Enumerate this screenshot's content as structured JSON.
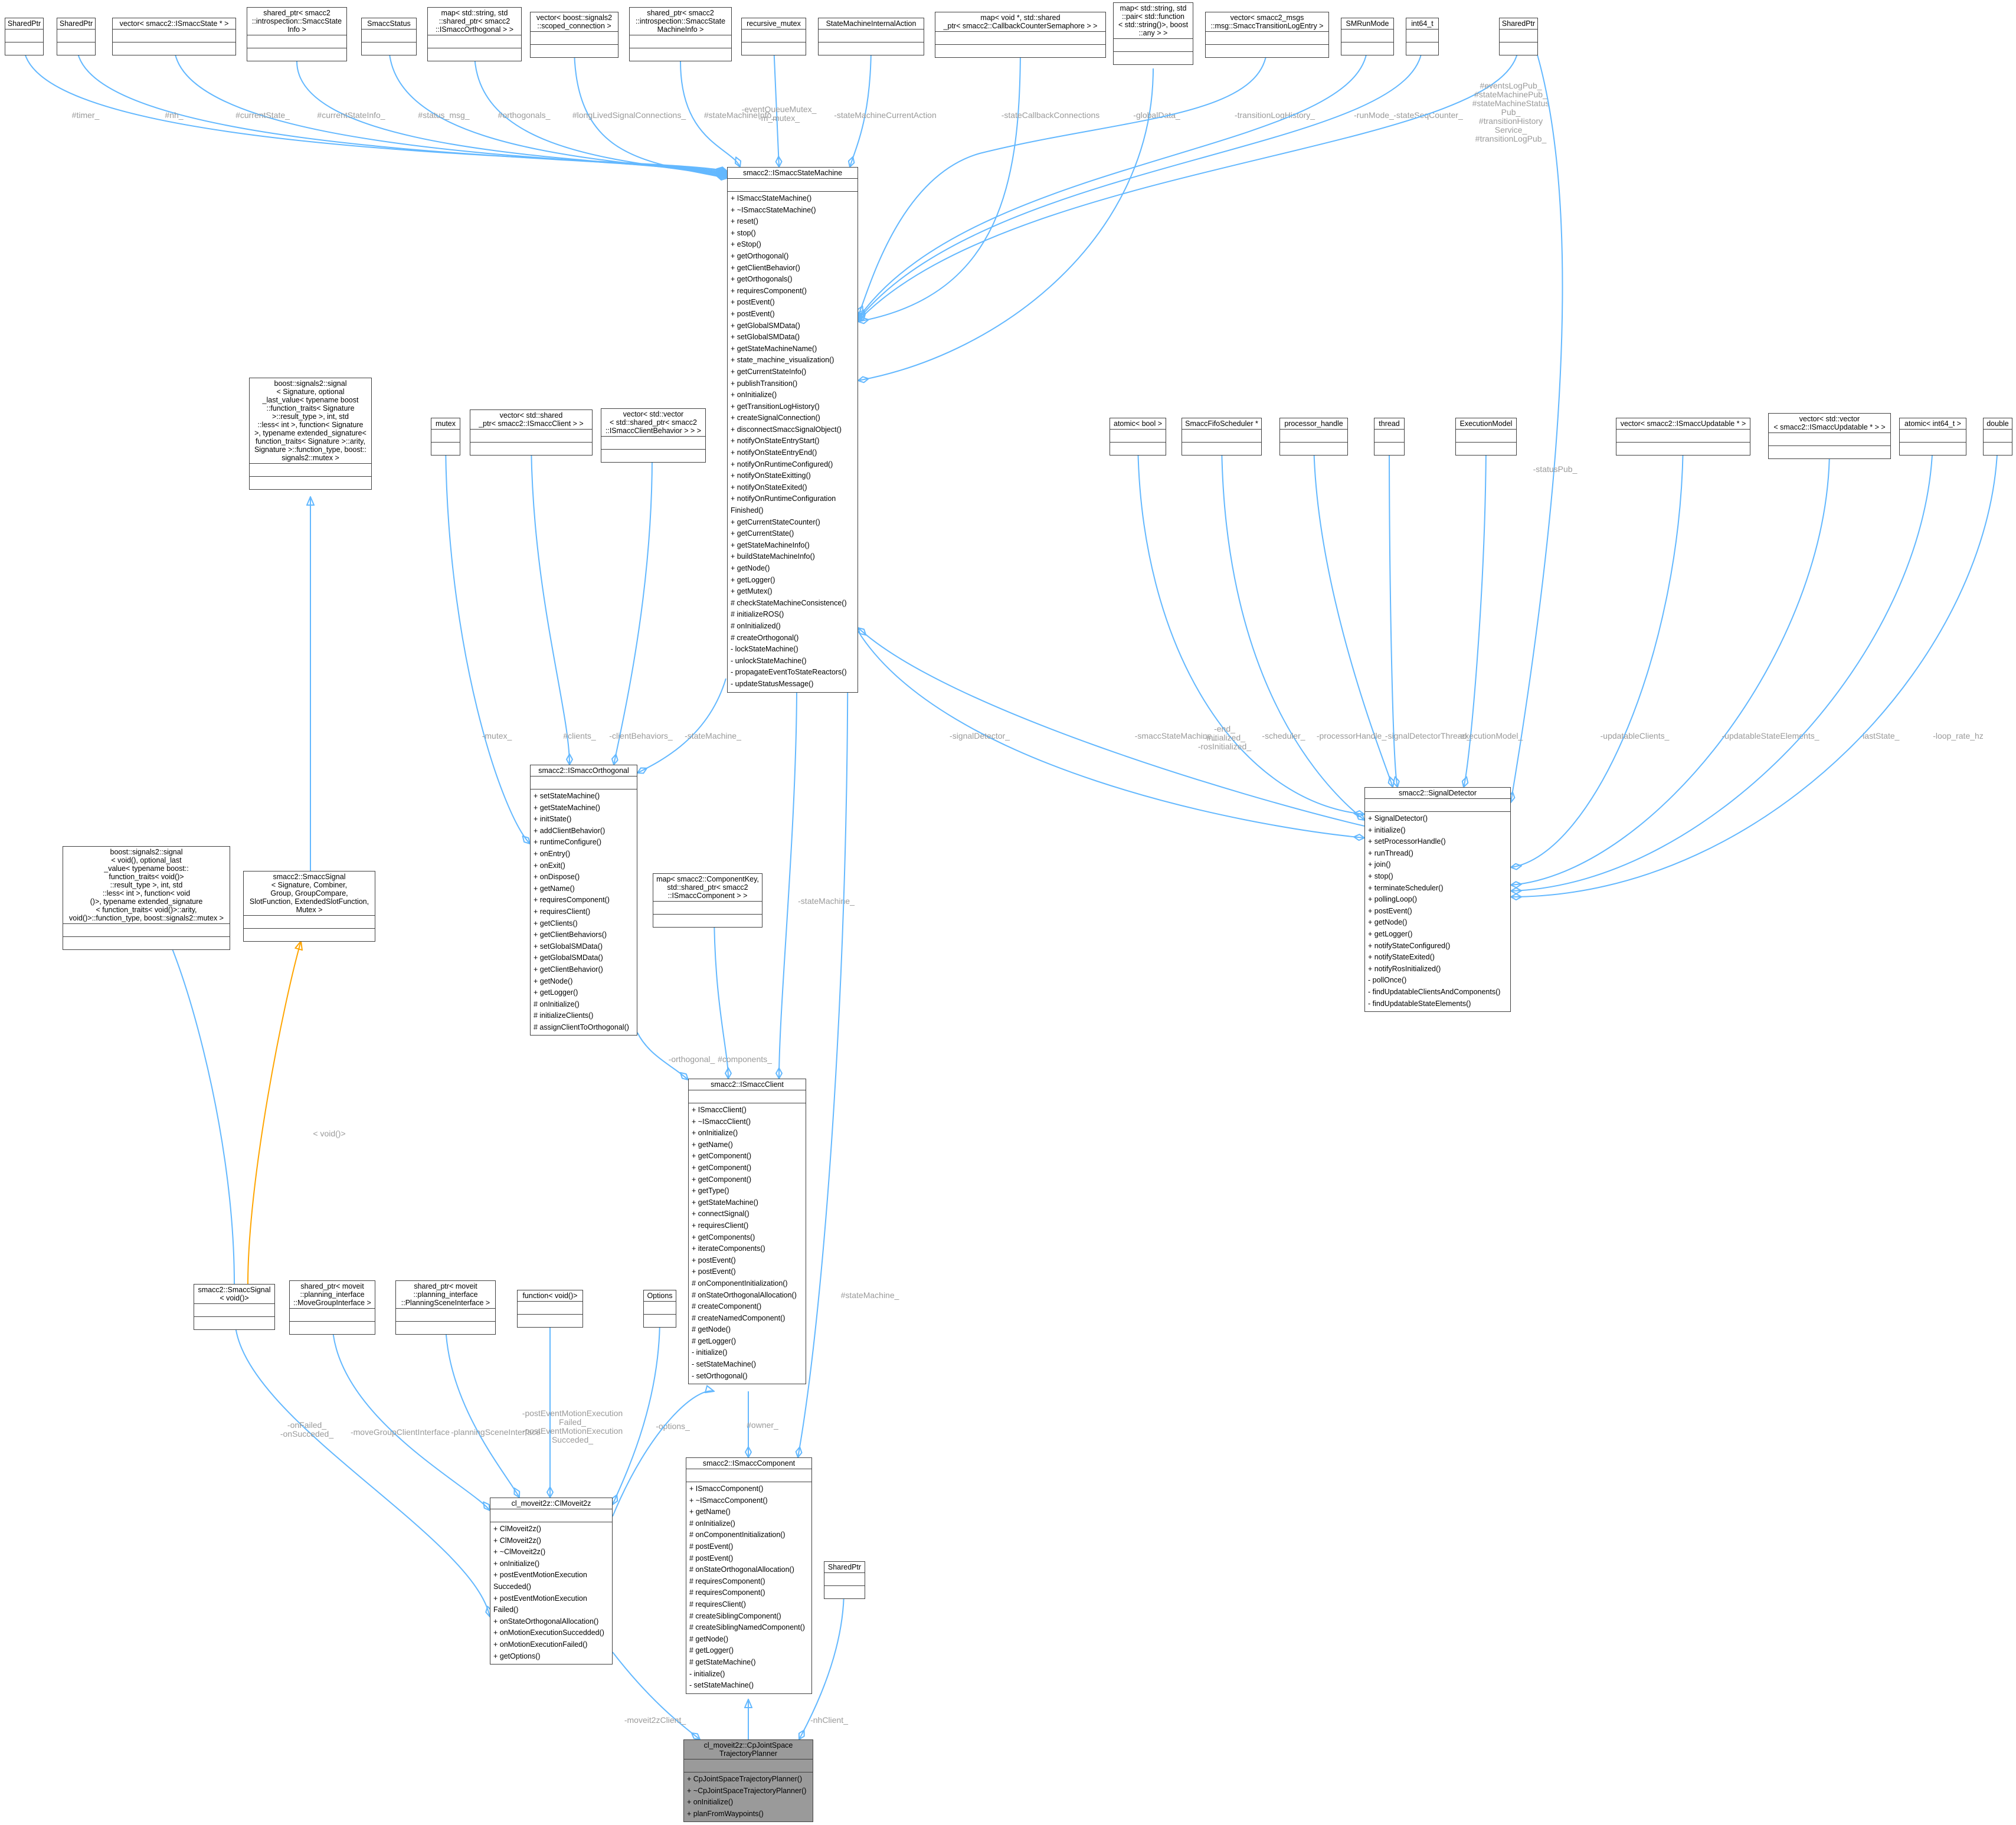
{
  "colors": {
    "aggregation": "#63b8ff",
    "template": "#ffa500",
    "node_border": "#404040",
    "focus_fill": "#9a9a9a",
    "label": "#9a9a9a"
  },
  "nodes": [
    {
      "id": "n_sp1",
      "name": "SharedPtr",
      "members": []
    },
    {
      "id": "n_sp2",
      "name": "SharedPtr",
      "members": []
    },
    {
      "id": "n_vecstate",
      "name": "vector< smacc2::ISmaccState * >",
      "members": []
    },
    {
      "id": "n_spinfo",
      "name": "shared_ptr< smacc2\n::introspection::SmaccState\nInfo >",
      "members": []
    },
    {
      "id": "n_status",
      "name": "SmaccStatus",
      "members": []
    },
    {
      "id": "n_maporth",
      "name": "map< std::string, std\n::shared_ptr< smacc2\n::ISmaccOrthogonal > >",
      "members": []
    },
    {
      "id": "n_vecconn",
      "name": "vector< boost::signals2\n::scoped_connection >",
      "members": []
    },
    {
      "id": "n_spsminfo",
      "name": "shared_ptr< smacc2\n::introspection::SmaccState\nMachineInfo >",
      "members": []
    },
    {
      "id": "n_rmutex",
      "name": "recursive_mutex",
      "members": []
    },
    {
      "id": "n_smia",
      "name": "StateMachineInternalAction",
      "members": []
    },
    {
      "id": "n_mapsem",
      "name": "map< void *, std::shared\n_ptr< smacc2::CallbackCounterSemaphore > >",
      "members": []
    },
    {
      "id": "n_mapglobal",
      "name": "map< std::string, std\n::pair< std::function\n< std::string()>, boost\n::any > >",
      "members": []
    },
    {
      "id": "n_vectrans",
      "name": "vector< smacc2_msgs\n::msg::SmaccTransitionLogEntry >",
      "members": []
    },
    {
      "id": "n_runmode",
      "name": "SMRunMode",
      "members": []
    },
    {
      "id": "n_int64",
      "name": "int64_t",
      "members": []
    },
    {
      "id": "n_sp3",
      "name": "SharedPtr",
      "members": []
    },
    {
      "id": "n_sm",
      "name": "smacc2::ISmaccStateMachine",
      "members": [
        "+ ISmaccStateMachine()",
        "+ ~ISmaccStateMachine()",
        "+ reset()",
        "+ stop()",
        "+ eStop()",
        "+ getOrthogonal()",
        "+ getClientBehavior()",
        "+ getOrthogonals()",
        "+ requiresComponent()",
        "+ postEvent()",
        "+ postEvent()",
        "+ getGlobalSMData()",
        "+ setGlobalSMData()",
        "+ getStateMachineName()",
        "+ state_machine_visualization()",
        "+ getCurrentStateInfo()",
        "+ publishTransition()",
        "+ onInitialize()",
        "+ getTransitionLogHistory()",
        "+ createSignalConnection()",
        "+ disconnectSmaccSignalObject()",
        "+ notifyOnStateEntryStart()",
        "+ notifyOnStateEntryEnd()",
        "+ notifyOnRuntimeConfigured()",
        "+ notifyOnStateExitting()",
        "+ notifyOnStateExited()",
        "+ notifyOnRuntimeConfiguration\n  Finished()",
        "+ getCurrentStateCounter()",
        "+ getCurrentState()",
        "+ getStateMachineInfo()",
        "+ buildStateMachineInfo()",
        "+ getNode()",
        "+ getLogger()",
        "+ getMutex()",
        "# checkStateMachineConsistence()",
        "# initializeROS()",
        "# onInitialized()",
        "# createOrthogonal()",
        "- lockStateMachine()",
        "- unlockStateMachine()",
        "- propagateEventToStateReactors()",
        "- updateStatusMessage()"
      ]
    },
    {
      "id": "n_boostsig1",
      "name": "boost::signals2::signal\n< Signature, optional\n_last_value< typename boost\n::function_traits< Signature\n>::result_type >, int, std\n::less< int >, function< Signature\n>, typename extended_signature<\nfunction_traits< Signature >::arity,\nSignature >::function_type, boost::\nsignals2::mutex >",
      "members": []
    },
    {
      "id": "n_mutex",
      "name": "mutex",
      "members": []
    },
    {
      "id": "n_vecclient",
      "name": "vector< std::shared\n_ptr< smacc2::ISmaccClient > >",
      "members": []
    },
    {
      "id": "n_veccb",
      "name": "vector< std::vector\n< std::shared_ptr< smacc2\n::ISmaccClientBehavior > > >",
      "members": []
    },
    {
      "id": "n_atomicbool",
      "name": "atomic< bool >",
      "members": []
    },
    {
      "id": "n_fifo",
      "name": "SmaccFifoScheduler *",
      "members": []
    },
    {
      "id": "n_proch",
      "name": "processor_handle",
      "members": []
    },
    {
      "id": "n_thread",
      "name": "thread",
      "members": []
    },
    {
      "id": "n_execmodel",
      "name": "ExecutionModel",
      "members": []
    },
    {
      "id": "n_vecupd",
      "name": "vector< smacc2::ISmaccUpdatable * >",
      "members": []
    },
    {
      "id": "n_vecvecupd",
      "name": "vector< std::vector\n< smacc2::ISmaccUpdatable * > >",
      "members": []
    },
    {
      "id": "n_atomicint",
      "name": "atomic< int64_t >",
      "members": []
    },
    {
      "id": "n_double",
      "name": "double",
      "members": []
    },
    {
      "id": "n_orth",
      "name": "smacc2::ISmaccOrthogonal",
      "members": [
        "+ setStateMachine()",
        "+ getStateMachine()",
        "+ initState()",
        "+ addClientBehavior()",
        "+ runtimeConfigure()",
        "+ onEntry()",
        "+ onExit()",
        "+ onDispose()",
        "+ getName()",
        "+ requiresComponent()",
        "+ requiresClient()",
        "+ getClients()",
        "+ getClientBehaviors()",
        "+ setGlobalSMData()",
        "+ getGlobalSMData()",
        "+ getClientBehavior()",
        "+ getNode()",
        "+ getLogger()",
        "# onInitialize()",
        "# initializeClients()",
        "# assignClientToOrthogonal()"
      ]
    },
    {
      "id": "n_detector",
      "name": "smacc2::SignalDetector",
      "members": [
        "+ SignalDetector()",
        "+ initialize()",
        "+ setProcessorHandle()",
        "+ runThread()",
        "+ join()",
        "+ stop()",
        "+ terminateScheduler()",
        "+ pollingLoop()",
        "+ postEvent()",
        "+ getNode()",
        "+ getLogger()",
        "+ notifyStateConfigured()",
        "+ notifyStateExited()",
        "+ notifyRosInitialized()",
        "- pollOnce()",
        "- findUpdatableClientsAndComponents()",
        "- findUpdatableStateElements()"
      ]
    },
    {
      "id": "n_boostsig2",
      "name": "boost::signals2::signal\n< void(), optional_last\n_value< typename boost::\nfunction_traits< void()>\n::result_type >, int, std\n::less< int >, function< void\n()>, typename extended_signature\n< function_traits< void()>::arity,\nvoid()>::function_type, boost::signals2::mutex >",
      "members": []
    },
    {
      "id": "n_smaccsigT",
      "name": "smacc2::SmaccSignal\n< Signature, Combiner,\nGroup, GroupCompare,\nSlotFunction, ExtendedSlotFunction,\nMutex >",
      "members": []
    },
    {
      "id": "n_mapcomp",
      "name": "map< smacc2::ComponentKey,\nstd::shared_ptr< smacc2\n::ISmaccComponent > >",
      "members": []
    },
    {
      "id": "n_client",
      "name": "smacc2::ISmaccClient",
      "members": [
        "+ ISmaccClient()",
        "+ ~ISmaccClient()",
        "+ onInitialize()",
        "+ getName()",
        "+ getComponent()",
        "+ getComponent()",
        "+ getComponent()",
        "+ getType()",
        "+ getStateMachine()",
        "+ connectSignal()",
        "+ requiresClient()",
        "+ getComponents()",
        "+ iterateComponents()",
        "+ postEvent()",
        "+ postEvent()",
        "# onComponentInitialization()",
        "# onStateOrthogonalAllocation()",
        "# createComponent()",
        "# createNamedComponent()",
        "# getNode()",
        "# getLogger()",
        "- initialize()",
        "- setStateMachine()",
        "- setOrthogonal()"
      ]
    },
    {
      "id": "n_smaccsigvoid",
      "name": "smacc2::SmaccSignal\n< void()>",
      "members": []
    },
    {
      "id": "n_spmove",
      "name": "shared_ptr< moveit\n::planning_interface\n::MoveGroupInterface >",
      "members": []
    },
    {
      "id": "n_spscene",
      "name": "shared_ptr< moveit\n::planning_interface\n::PlanningSceneInterface >",
      "members": []
    },
    {
      "id": "n_func",
      "name": "function< void()>",
      "members": []
    },
    {
      "id": "n_options",
      "name": "Options",
      "members": []
    },
    {
      "id": "n_clmoveit",
      "name": "cl_moveit2z::ClMoveit2z",
      "members": [
        "+ ClMoveit2z()",
        "+ ClMoveit2z()",
        "+ ~ClMoveit2z()",
        "+ onInitialize()",
        "+ postEventMotionExecution\n  Succeded()",
        "+ postEventMotionExecution\n  Failed()",
        "+ onStateOrthogonalAllocation()",
        "+ onMotionExecutionSuccedded()",
        "+ onMotionExecutionFailed()",
        "+ getOptions()"
      ]
    },
    {
      "id": "n_component",
      "name": "smacc2::ISmaccComponent",
      "members": [
        "+ ISmaccComponent()",
        "+ ~ISmaccComponent()",
        "+ getName()",
        "# onInitialize()",
        "# onComponentInitialization()",
        "# postEvent()",
        "# postEvent()",
        "# onStateOrthogonalAllocation()",
        "# requiresComponent()",
        "# requiresComponent()",
        "# requiresClient()",
        "# createSiblingComponent()",
        "# createSiblingNamedComponent()",
        "# getNode()",
        "# getLogger()",
        "# getStateMachine()",
        "- initialize()",
        "- setStateMachine()"
      ]
    },
    {
      "id": "n_sp4",
      "name": "SharedPtr",
      "members": []
    },
    {
      "id": "n_cpjoint",
      "name": "cl_moveit2z::CpJointSpace\nTrajectoryPlanner",
      "members": [
        "+ CpJointSpaceTrajectoryPlanner()",
        "+ ~CpJointSpaceTrajectoryPlanner()",
        "+ onInitialize()",
        "+ planFromWaypoints()"
      ]
    }
  ],
  "edge_labels": {
    "timer": "#timer_",
    "nh": "#nh_",
    "current_state": "#currentState_",
    "current_state_info": "#currentStateInfo_",
    "status_msg": "#status_msg_",
    "orthogonals": "#orthogonals_",
    "long_lived": "#longLivedSignalConnections_",
    "sm_info": "#stateMachineInfo_",
    "event_queue": "-eventQueueMutex_\n-m_mutex_",
    "current_action": "-stateMachineCurrentAction",
    "callback_conn": "-stateCallbackConnections",
    "global_data": "-globalData_",
    "trans_history": "-transitionLogHistory_",
    "run_mode": "-runMode_",
    "seq_counter": "-stateSeqCounter_",
    "pubs": "#eventsLogPub_\n#stateMachinePub_\n#stateMachineStatus\nPub_\n#transitionHistory\nService_\n#transitionLogPub_",
    "status_pub": "-statusPub_",
    "mutex": "-mutex_",
    "clients": "#clients_",
    "client_behaviors": "-clientBehaviors_",
    "orth_sm": "-stateMachine_",
    "signal_detector": "-signalDetector_",
    "smacc_sm": "-smaccStateMachine_",
    "end_init": "-end_\n-initialized_\n-rosInitialized_",
    "scheduler": "-scheduler_",
    "processor_handle": "-processorHandle_",
    "detector_thread": "-signalDetectorThread_",
    "exec_model": "-executionModel_",
    "upd_clients": "-updatableClients_",
    "upd_state": "-updatableStateElements_",
    "last_state": "-lastState_",
    "loop_rate": "-loop_rate_hz",
    "void_sig": "< void()>",
    "orthogonal": "-orthogonal_",
    "components": "#components_",
    "client_sm": "-stateMachine_",
    "comp_sm": "#stateMachine_",
    "owner": "#owner_",
    "on_failed": "-onFailed_\n-onSucceded_",
    "move_group": "-moveGroupClientInterface",
    "planning_scene": "-planningSceneInterface",
    "post_event": "-postEventMotionExecution\nFailed_\n-postEventMotionExecution\nSucceded_",
    "options": "-options_",
    "moveit_client": "-moveit2zClient_",
    "nh_client": "-nhClient_"
  }
}
